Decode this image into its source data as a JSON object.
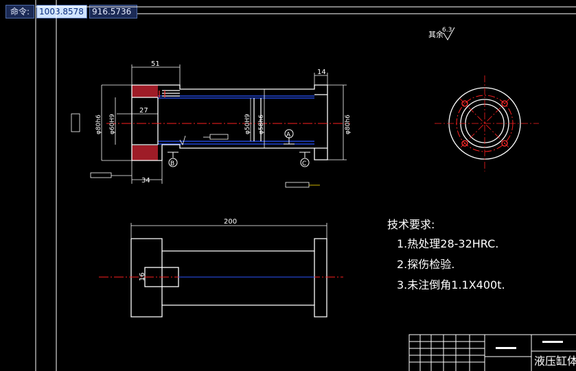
{
  "command": {
    "label": "命令:",
    "x_value": "1003.8578",
    "y_value": "916.5736"
  },
  "dimensions": {
    "top_width": "51",
    "flange": "14",
    "inner_step": "27",
    "bottom_step": "34",
    "diam_bore": "φ60H9",
    "diam_outer_left": "φ80h6",
    "diam_mid1": "φ50H9",
    "diam_mid2": "φ58h6",
    "diam_outer_right": "φ80h6",
    "overall_length": "200",
    "port": "16"
  },
  "datums": {
    "a": "A",
    "b": "B",
    "c": "C"
  },
  "roughness": {
    "note": "其余",
    "value": "6.3"
  },
  "tech": {
    "title": "技术要求:",
    "items": [
      "1.热处理28-32HRC.",
      "2.探伤检验.",
      "3.未注倒角1.1X400t."
    ]
  },
  "title_block": {
    "part_name": "液压缸体"
  },
  "colors": {
    "outline": "#ffffff",
    "centerline": "#ff2020",
    "hidden": "#2b55ff",
    "hatch": "#ff3030",
    "dim": "#ffffff"
  }
}
